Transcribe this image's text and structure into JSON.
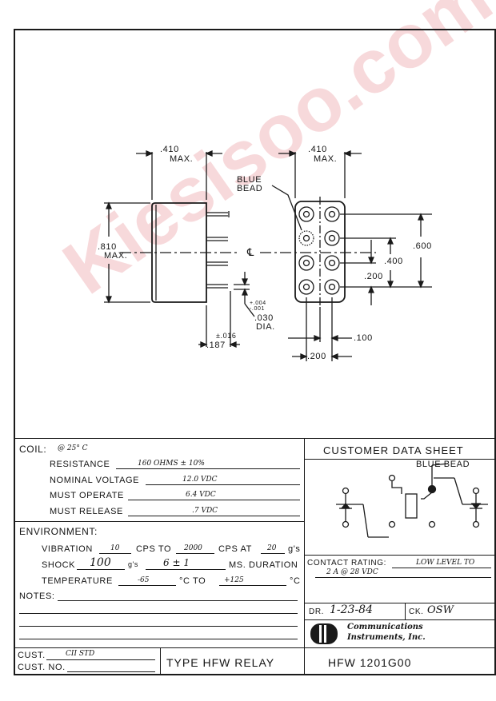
{
  "drawing": {
    "side_width": ".410",
    "side_width_max": "MAX.",
    "side_height": ".810",
    "side_height_max": "MAX.",
    "centerline": "℄",
    "pin_tol": "±.016",
    "pin_len": ".187",
    "pin_dia_tol_plus": "+.004",
    "pin_dia_tol_minus": "-.001",
    "pin_dia": ".030",
    "pin_dia_label": "DIA.",
    "bottom_width": ".410",
    "bottom_width_max": "MAX.",
    "blue_bead_line1": "BLUE",
    "blue_bead_line2": "BEAD",
    "dim_600": ".600",
    "dim_400": ".400",
    "dim_200_v": ".200",
    "dim_100": ".100",
    "dim_200_h": ".200"
  },
  "coil": {
    "title": "COIL:",
    "temp": "@ 25° C",
    "resistance_label": "RESISTANCE",
    "resistance_value": "160 OHMS ± 10%",
    "nominal_label": "NOMINAL VOLTAGE",
    "nominal_value": "12.0 VDC",
    "must_operate_label": "MUST OPERATE",
    "must_operate_value": "6.4 VDC",
    "must_release_label": "MUST RELEASE",
    "must_release_value": ".7 VDC"
  },
  "environment": {
    "title": "ENVIRONMENT:",
    "vibration_label": "VIBRATION",
    "vibration_min": "10",
    "cps_to": "CPS  TO",
    "vibration_max": "2000",
    "cps_at": "CPS AT",
    "vibration_g": "20",
    "g_unit": "g's",
    "shock_label": "SHOCK",
    "shock_value": "100",
    "shock_unit": "g's",
    "duration_value": "6 ± 1",
    "duration_label": "MS. DURATION",
    "temp_label": "TEMPERATURE",
    "temp_min": "-65",
    "temp_to": "°C TO",
    "temp_max": "+125",
    "temp_unit": "°C",
    "notes_label": "NOTES:"
  },
  "customer": {
    "cust_label": "CUST.",
    "cust_value": "CII STD",
    "cust_no_label": "CUST. NO.",
    "type_label": "TYPE  HFW  RELAY"
  },
  "data_sheet": {
    "title": "CUSTOMER  DATA  SHEET",
    "blue_bead": "BLUE BEAD",
    "contact_label": "CONTACT RATING:",
    "contact_value_1": "LOW LEVEL TO",
    "contact_value_2": "2 A @ 28 VDC",
    "dr_label": "DR.",
    "dr_value": "1-23-84",
    "ck_label": "CK.",
    "ck_value": "OSW",
    "company_1": "Communications",
    "company_2": "Instruments, Inc.",
    "part_number": "HFW 1201G00"
  },
  "watermark": "Kiesisoo.com"
}
